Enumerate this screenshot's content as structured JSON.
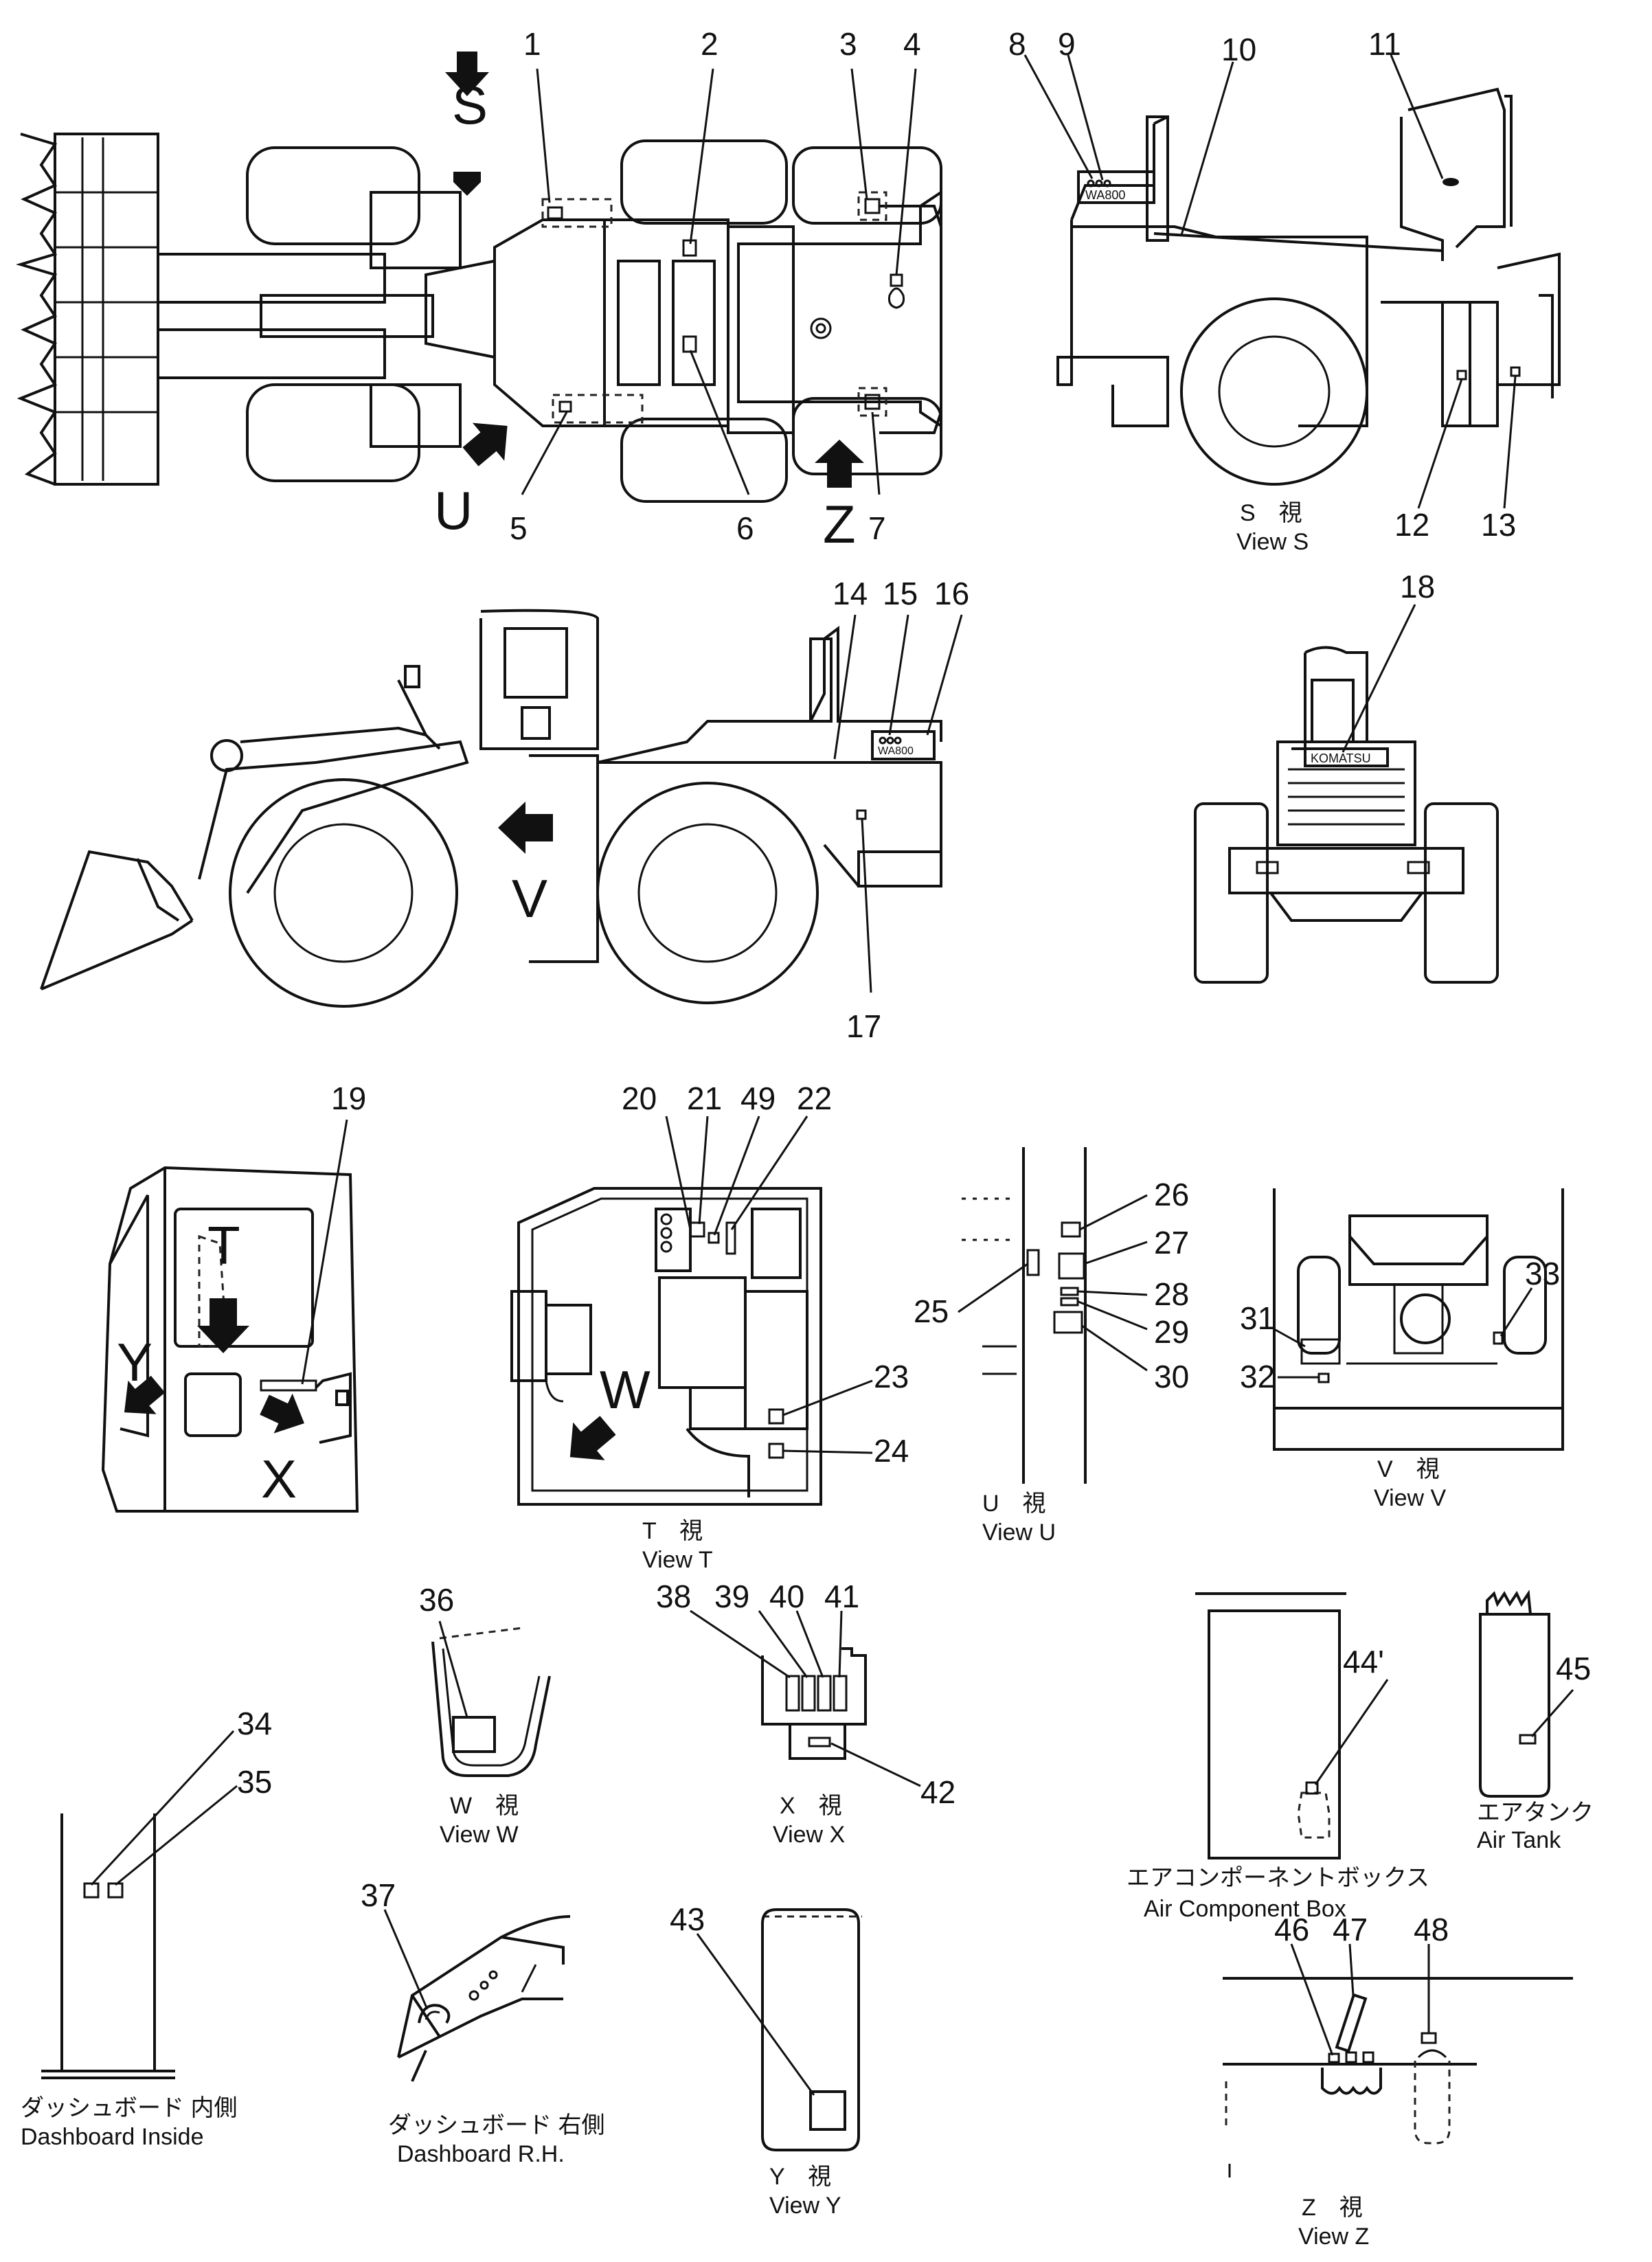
{
  "labels": {
    "n1": "1",
    "n2": "2",
    "n3": "3",
    "n4": "4",
    "n5": "5",
    "n6": "6",
    "n7": "7",
    "n8": "8",
    "n9": "9",
    "n10": "10",
    "n11": "11",
    "n12": "12",
    "n13": "13",
    "n14": "14",
    "n15": "15",
    "n16": "16",
    "n17": "17",
    "n18": "18",
    "n19": "19",
    "n20": "20",
    "n21": "21",
    "n22": "22",
    "n23": "23",
    "n24": "24",
    "n25": "25",
    "n26": "26",
    "n27": "27",
    "n28": "28",
    "n29": "29",
    "n30": "30",
    "n31": "31",
    "n32": "32",
    "n33": "33",
    "n34": "34",
    "n35": "35",
    "n36": "36",
    "n37": "37",
    "n38": "38",
    "n39": "39",
    "n40": "40",
    "n41": "41",
    "n42": "42",
    "n43": "43",
    "n44": "44'",
    "n45": "45",
    "n46": "46",
    "n47": "47",
    "n48": "48",
    "n49": "49"
  },
  "view_letters": {
    "S": "S",
    "U": "U",
    "Z": "Z",
    "V": "V",
    "T": "T",
    "W": "W",
    "X": "X",
    "Y": "Y"
  },
  "decal_text": {
    "model": "WA800",
    "brand": "KOMATSU"
  },
  "captions": {
    "view_s_jp": "S　視",
    "view_s": "View S",
    "view_t_jp": "T　視",
    "view_t": "View T",
    "view_u_jp": "U　視",
    "view_u": "View U",
    "view_v_jp": "V　視",
    "view_v": "View V",
    "view_w_jp": "W　視",
    "view_w": "View W",
    "view_x_jp": "X　視",
    "view_x": "View X",
    "view_y_jp": "Y　視",
    "view_y": "View Y",
    "view_z_jp": "Z　視",
    "view_z": "View Z",
    "air_box_jp": "エアコンポーネントボックス",
    "air_box": "Air Component Box",
    "air_tank_jp": "エアタンク",
    "air_tank": "Air Tank",
    "dash_in_jp": "ダッシュボード 内側",
    "dash_in": "Dashboard Inside",
    "dash_rh_jp": "ダッシュボード 右側",
    "dash_rh": "Dashboard R.H."
  },
  "colors": {
    "ink": "#111111",
    "paper": "#ffffff"
  }
}
